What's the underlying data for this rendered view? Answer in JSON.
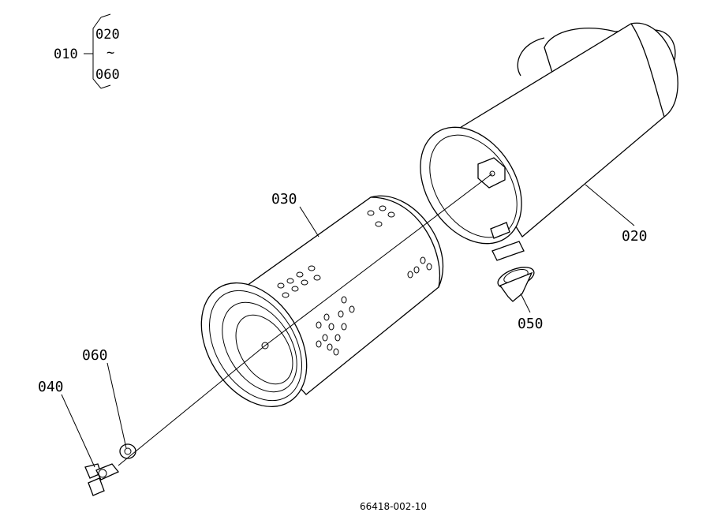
{
  "diagram": {
    "assembly_key": {
      "parent": "010",
      "first": "020",
      "range_mark": "~",
      "last": "060"
    },
    "callouts": [
      {
        "id": "020",
        "part": "housing"
      },
      {
        "id": "030",
        "part": "element"
      },
      {
        "id": "040",
        "part": "wing-nut"
      },
      {
        "id": "050",
        "part": "evacuator-valve"
      },
      {
        "id": "060",
        "part": "washer"
      }
    ],
    "reference_number": "66418-002-10"
  }
}
